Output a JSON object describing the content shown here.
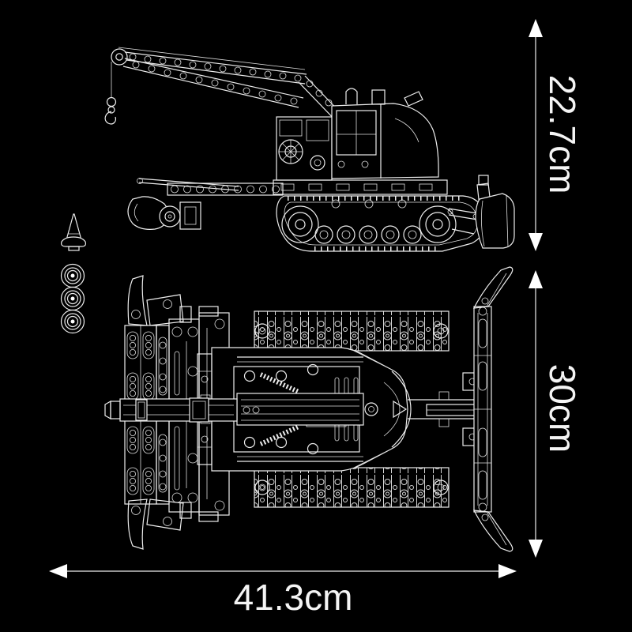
{
  "image": {
    "kind": "product-dimension-blueprint",
    "background_color": "#000000",
    "line_color": "#ededed",
    "text_color": "#f4f4f4"
  },
  "subject": {
    "description": "brick-built crawler crane with dozer blade",
    "views": [
      {
        "id": "side-view",
        "position": "top"
      },
      {
        "id": "top-view",
        "position": "bottom"
      }
    ],
    "accessories": [
      {
        "icon": "traffic-cone-icon"
      },
      {
        "icon": "wheel-stack-icon",
        "count": 3
      }
    ]
  },
  "dimensions": {
    "height": {
      "value": 22.7,
      "unit": "cm",
      "label": "22.7cm",
      "orientation": "vertical",
      "applies_to": "side view"
    },
    "depth": {
      "value": 30,
      "unit": "cm",
      "label": "30cm",
      "orientation": "vertical",
      "applies_to": "top view"
    },
    "width": {
      "value": 41.3,
      "unit": "cm",
      "label": "41.3cm",
      "orientation": "horizontal",
      "applies_to": "overall length"
    }
  }
}
